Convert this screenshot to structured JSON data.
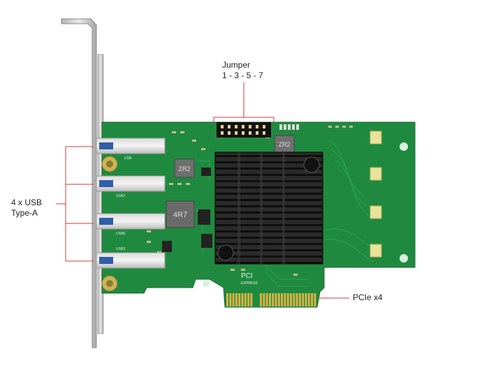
{
  "labels": {
    "jumper_title": "Jumper",
    "jumper_pins": "1 - 3 - 5 - 7",
    "usb_line1": "4 x USB",
    "usb_line2": "Type-A",
    "pcie": "PCIe x4"
  },
  "board_markings": {
    "chip1": "ZR2",
    "chip2": "ZR2",
    "inductor": "4R7",
    "usb_labels": [
      "USB",
      "USB2",
      "USB8",
      "USB3"
    ],
    "pci_logo": "PCI",
    "pci_logo_sub": "EXPRESS"
  },
  "colors": {
    "pcb": "#1f8a3f",
    "pcb_dark": "#16702f",
    "heatsink": "#1a1a1a",
    "gold": "#d9b243",
    "bracket": "#c9c9c9",
    "callout": "#d9343d"
  }
}
